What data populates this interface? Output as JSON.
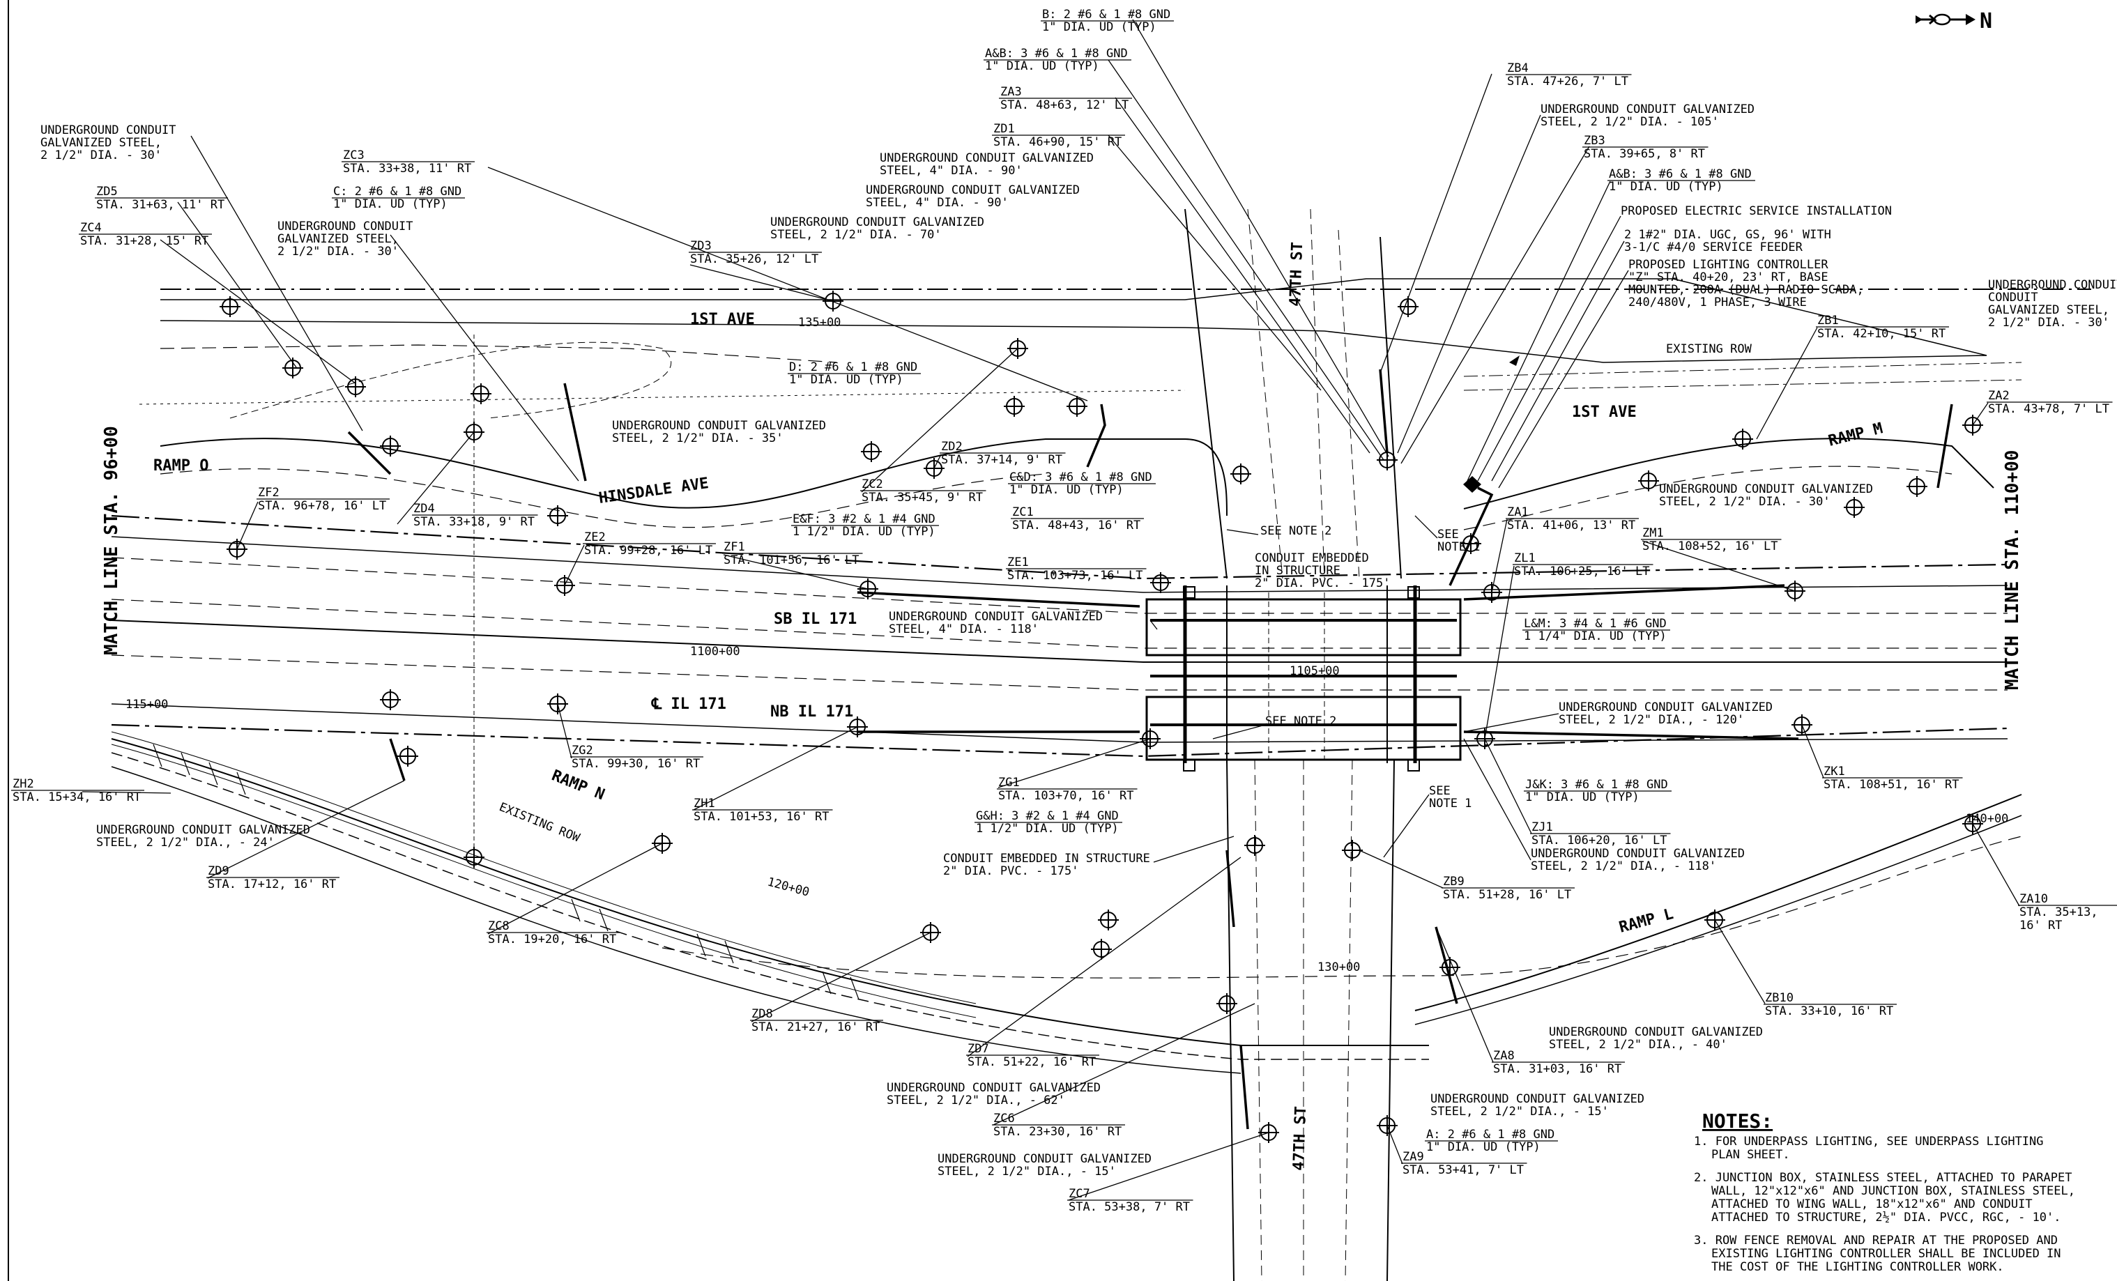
{
  "north_arrow": {
    "letter": "N",
    "icon": "north-arrow-icon"
  },
  "match_lines": {
    "left": "MATCH LINE STA. 96+00",
    "right": "MATCH LINE STA. 110+00"
  },
  "roads": {
    "first_ave_w": "1ST AVE",
    "first_ave_e": "1ST AVE",
    "forty_seventh_n": "47TH ST",
    "forty_seventh_s": "47TH ST",
    "ramp_o": "RAMP O",
    "ramp_m": "RAMP M",
    "ramp_n": "RAMP N",
    "ramp_l": "RAMP L",
    "hinsdale": "HINSDALE AVE",
    "sb": "SB IL 171",
    "nb": "NB IL 171",
    "cl": "℄ IL 171",
    "existing_row_n": "EXISTING ROW",
    "existing_row_s": "EXISTING ROW"
  },
  "stations": {
    "s1": "135+00",
    "s2": "1100+00",
    "s3": "1105+00",
    "s4": "115+00",
    "s5": "120+00",
    "s6": "130+00",
    "s7": "140+00"
  },
  "pole_labels": [
    {
      "id": "ZC4",
      "sta": "STA. 31+28, 15' RT"
    },
    {
      "id": "ZD5",
      "sta": "STA. 31+63, 11' RT"
    },
    {
      "id": "ZC3",
      "sta": "STA. 33+38, 11' RT"
    },
    {
      "id": "ZD3",
      "sta": "STA. 35+26, 12' LT"
    },
    {
      "id": "ZD4",
      "sta": "STA. 33+18, 9' RT"
    },
    {
      "id": "ZF2",
      "sta": "STA. 96+78, 16' LT"
    },
    {
      "id": "ZE2",
      "sta": "STA. 99+28, 16' LT"
    },
    {
      "id": "ZF1",
      "sta": "STA. 101+56, 16' LT"
    },
    {
      "id": "ZD2",
      "sta": "STA. 37+14, 9' RT"
    },
    {
      "id": "ZC2",
      "sta": "STA. 35+45, 9' RT"
    },
    {
      "id": "ZC1",
      "sta": "STA. 48+43, 16' RT"
    },
    {
      "id": "ZE1",
      "sta": "STA. 103+73, 16' LT"
    },
    {
      "id": "ZA3",
      "sta": "STA. 48+63, 12' LT"
    },
    {
      "id": "ZD1",
      "sta": "STA. 46+90, 15' RT"
    },
    {
      "id": "ZB4",
      "sta": "STA. 47+26, 7' LT"
    },
    {
      "id": "ZB3",
      "sta": "STA. 39+65, 8' RT"
    },
    {
      "id": "ZB1",
      "sta": "STA. 42+10, 15' RT"
    },
    {
      "id": "ZA2",
      "sta": "STA. 43+78, 7' LT"
    },
    {
      "id": "ZA1",
      "sta": "STA. 41+06, 13' RT"
    },
    {
      "id": "ZL1",
      "sta": "STA. 106+25, 16' LT"
    },
    {
      "id": "ZM1",
      "sta": "STA. 108+52, 16' LT"
    },
    {
      "id": "ZG2",
      "sta": "STA. 99+30, 16' RT"
    },
    {
      "id": "ZH1",
      "sta": "STA. 101+53, 16' RT"
    },
    {
      "id": "ZG1",
      "sta": "STA. 103+70, 16' RT"
    },
    {
      "id": "ZH2",
      "sta": "STA. 15+34, 16' RT"
    },
    {
      "id": "ZD9",
      "sta": "STA. 17+12, 16' RT"
    },
    {
      "id": "ZC8",
      "sta": "STA. 19+20, 16' RT"
    },
    {
      "id": "ZD8",
      "sta": "STA. 21+27, 16' RT"
    },
    {
      "id": "ZD7",
      "sta": "STA. 51+22, 16' RT"
    },
    {
      "id": "ZC6",
      "sta": "STA. 23+30, 16' RT"
    },
    {
      "id": "ZC7",
      "sta": "STA. 53+38, 7' RT"
    },
    {
      "id": "ZA9",
      "sta": "STA. 53+41, 7' LT"
    },
    {
      "id": "ZA8",
      "sta": "STA. 31+03, 16' RT"
    },
    {
      "id": "ZB10",
      "sta": "STA. 33+10, 16' RT"
    },
    {
      "id": "ZB9",
      "sta": "STA. 51+28, 16' LT"
    },
    {
      "id": "ZJ1",
      "sta": "STA. 106+20, 16' LT"
    },
    {
      "id": "ZK1",
      "sta": "STA. 108+51, 16' RT"
    },
    {
      "id": "ZA10",
      "sta": "STA. 35+13,",
      "sta2": "16' RT"
    }
  ],
  "conduit_labels": {
    "c1": [
      "UNDERGROUND CONDUIT",
      "GALVANIZED STEEL,",
      "2 1/2\" DIA. - 30'"
    ],
    "c2": [
      "UNDERGROUND CONDUIT",
      "GALVANIZED STEEL,",
      "2 1/2\" DIA. - 30'"
    ],
    "c3": [
      "UNDERGROUND CONDUIT GALVANIZED",
      "STEEL, 4\" DIA. - 90'"
    ],
    "c4": [
      "UNDERGROUND CONDUIT GALVANIZED",
      "STEEL, 4\" DIA. - 90'"
    ],
    "c5": [
      "UNDERGROUND CONDUIT GALVANIZED",
      "STEEL, 2 1/2\" DIA. - 70'"
    ],
    "c6": [
      "UNDERGROUND CONDUIT GALVANIZED",
      "STEEL, 2 1/2\" DIA. - 35'"
    ],
    "c7": [
      "UNDERGROUND CONDUIT GALVANIZED",
      "STEEL, 4\" DIA. - 118'"
    ],
    "c8": [
      "UNDERGROUND CONDUIT GALVANIZED",
      "STEEL, 2 1/2\" DIA. - 105'"
    ],
    "c9": [
      "UNDERGROUND CONDUIT",
      "CONDUIT",
      "GALVANIZED STEEL,",
      "2 1/2\" DIA. - 30'"
    ],
    "c10": [
      "UNDERGROUND CONDUIT GALVANIZED",
      "STEEL, 2 1/2\" DIA. - 30'"
    ],
    "c11": [
      "UNDERGROUND CONDUIT GALVANIZED",
      "STEEL, 2 1/2\" DIA., - 120'"
    ],
    "c12": [
      "UNDERGROUND CONDUIT GALVANIZED",
      "STEEL, 2 1/2\" DIA., - 118'"
    ],
    "c13": [
      "UNDERGROUND CONDUIT GALVANIZED",
      "STEEL, 2 1/2\" DIA., - 24'"
    ],
    "c14": [
      "UNDERGROUND CONDUIT GALVANIZED",
      "STEEL, 2 1/2\" DIA., - 40'"
    ],
    "c15": [
      "UNDERGROUND CONDUIT GALVANIZED",
      "STEEL, 2 1/2\" DIA., - 62'"
    ],
    "c16": [
      "UNDERGROUND CONDUIT GALVANIZED",
      "STEEL, 2 1/2\" DIA., - 15'"
    ],
    "c17": [
      "UNDERGROUND CONDUIT GALVANIZED",
      "STEEL, 2 1/2\" DIA., - 15'"
    ]
  },
  "cable_labels": {
    "b": [
      "B: 2 #6 & 1 #8 GND",
      "1\" DIA. UD (TYP)"
    ],
    "ab1": [
      "A&B: 3 #6 & 1 #8 GND",
      "1\" DIA. UD (TYP)"
    ],
    "ab2": [
      "A&B: 3 #6 & 1 #8 GND",
      "1\" DIA. UD (TYP)"
    ],
    "c": [
      "C: 2 #6 & 1 #8 GND",
      "1\" DIA. UD (TYP)"
    ],
    "d": [
      "D: 2 #6 & 1 #8 GND",
      "1\" DIA. UD (TYP)"
    ],
    "cd": [
      "C&D: 3 #6 & 1 #8 GND",
      "1\" DIA. UD (TYP)"
    ],
    "ef": [
      "E&F: 3 #2 & 1 #4 GND",
      "1 1/2\" DIA. UD (TYP)"
    ],
    "lm": [
      "L&M: 3 #4 & 1 #6 GND",
      "1 1/4\" DIA. UD (TYP)"
    ],
    "gh": [
      "G&H: 3 #2 & 1 #4 GND",
      "1 1/2\" DIA. UD (TYP)"
    ],
    "jk": [
      "J&K: 3 #6 & 1 #8 GND",
      "1\" DIA. UD (TYP)"
    ],
    "a": [
      "A: 2 #6 & 1 #8 GND",
      "1\" DIA. UD (TYP)"
    ]
  },
  "service": {
    "electric": "PROPOSED ELECTRIC SERVICE INSTALLATION",
    "feeder": [
      "2 1#2\" DIA. UGC, GS, 96' WITH",
      "3-1/C #4/0 SERVICE FEEDER"
    ],
    "controller": [
      "PROPOSED LIGHTING CONTROLLER",
      "\"Z\" STA. 40+20, 23' RT, BASE",
      "MOUNTED, 200A (DUAL) RADIO SCADA,",
      "240/480V, 1 PHASE, 3 WIRE"
    ]
  },
  "structure": {
    "see_note2_top": "SEE NOTE 2",
    "see_note2_bot": "SEE NOTE 2",
    "see_note1_a": [
      "SEE",
      "NOTE 1"
    ],
    "see_note1_b": [
      "SEE",
      "NOTE 1"
    ],
    "embedded1": [
      "CONDUIT EMBEDDED",
      "IN STRUCTURE",
      "2\" DIA. PVC. - 175'"
    ],
    "embedded2": [
      "CONDUIT EMBEDDED IN STRUCTURE",
      "2\" DIA. PVC. - 175'"
    ]
  },
  "notes": {
    "title": "NOTES:",
    "items": [
      [
        "1. FOR UNDERPASS LIGHTING, SEE UNDERPASS LIGHTING",
        "PLAN SHEET."
      ],
      [
        "2. JUNCTION BOX, STAINLESS STEEL, ATTACHED TO PARAPET",
        "WALL, 12\"x12\"x6\" AND JUNCTION BOX, STAINLESS STEEL,",
        "ATTACHED TO WING WALL, 18\"x12\"x6\" AND CONDUIT",
        "ATTACHED TO STRUCTURE, 2½\" DIA. PVCC, RGC, - 10'."
      ],
      [
        "3. ROW FENCE REMOVAL AND REPAIR AT THE PROPOSED AND",
        "EXISTING LIGHTING CONTROLLER SHALL BE INCLUDED IN",
        "THE COST OF THE LIGHTING CONTROLLER WORK."
      ]
    ]
  }
}
